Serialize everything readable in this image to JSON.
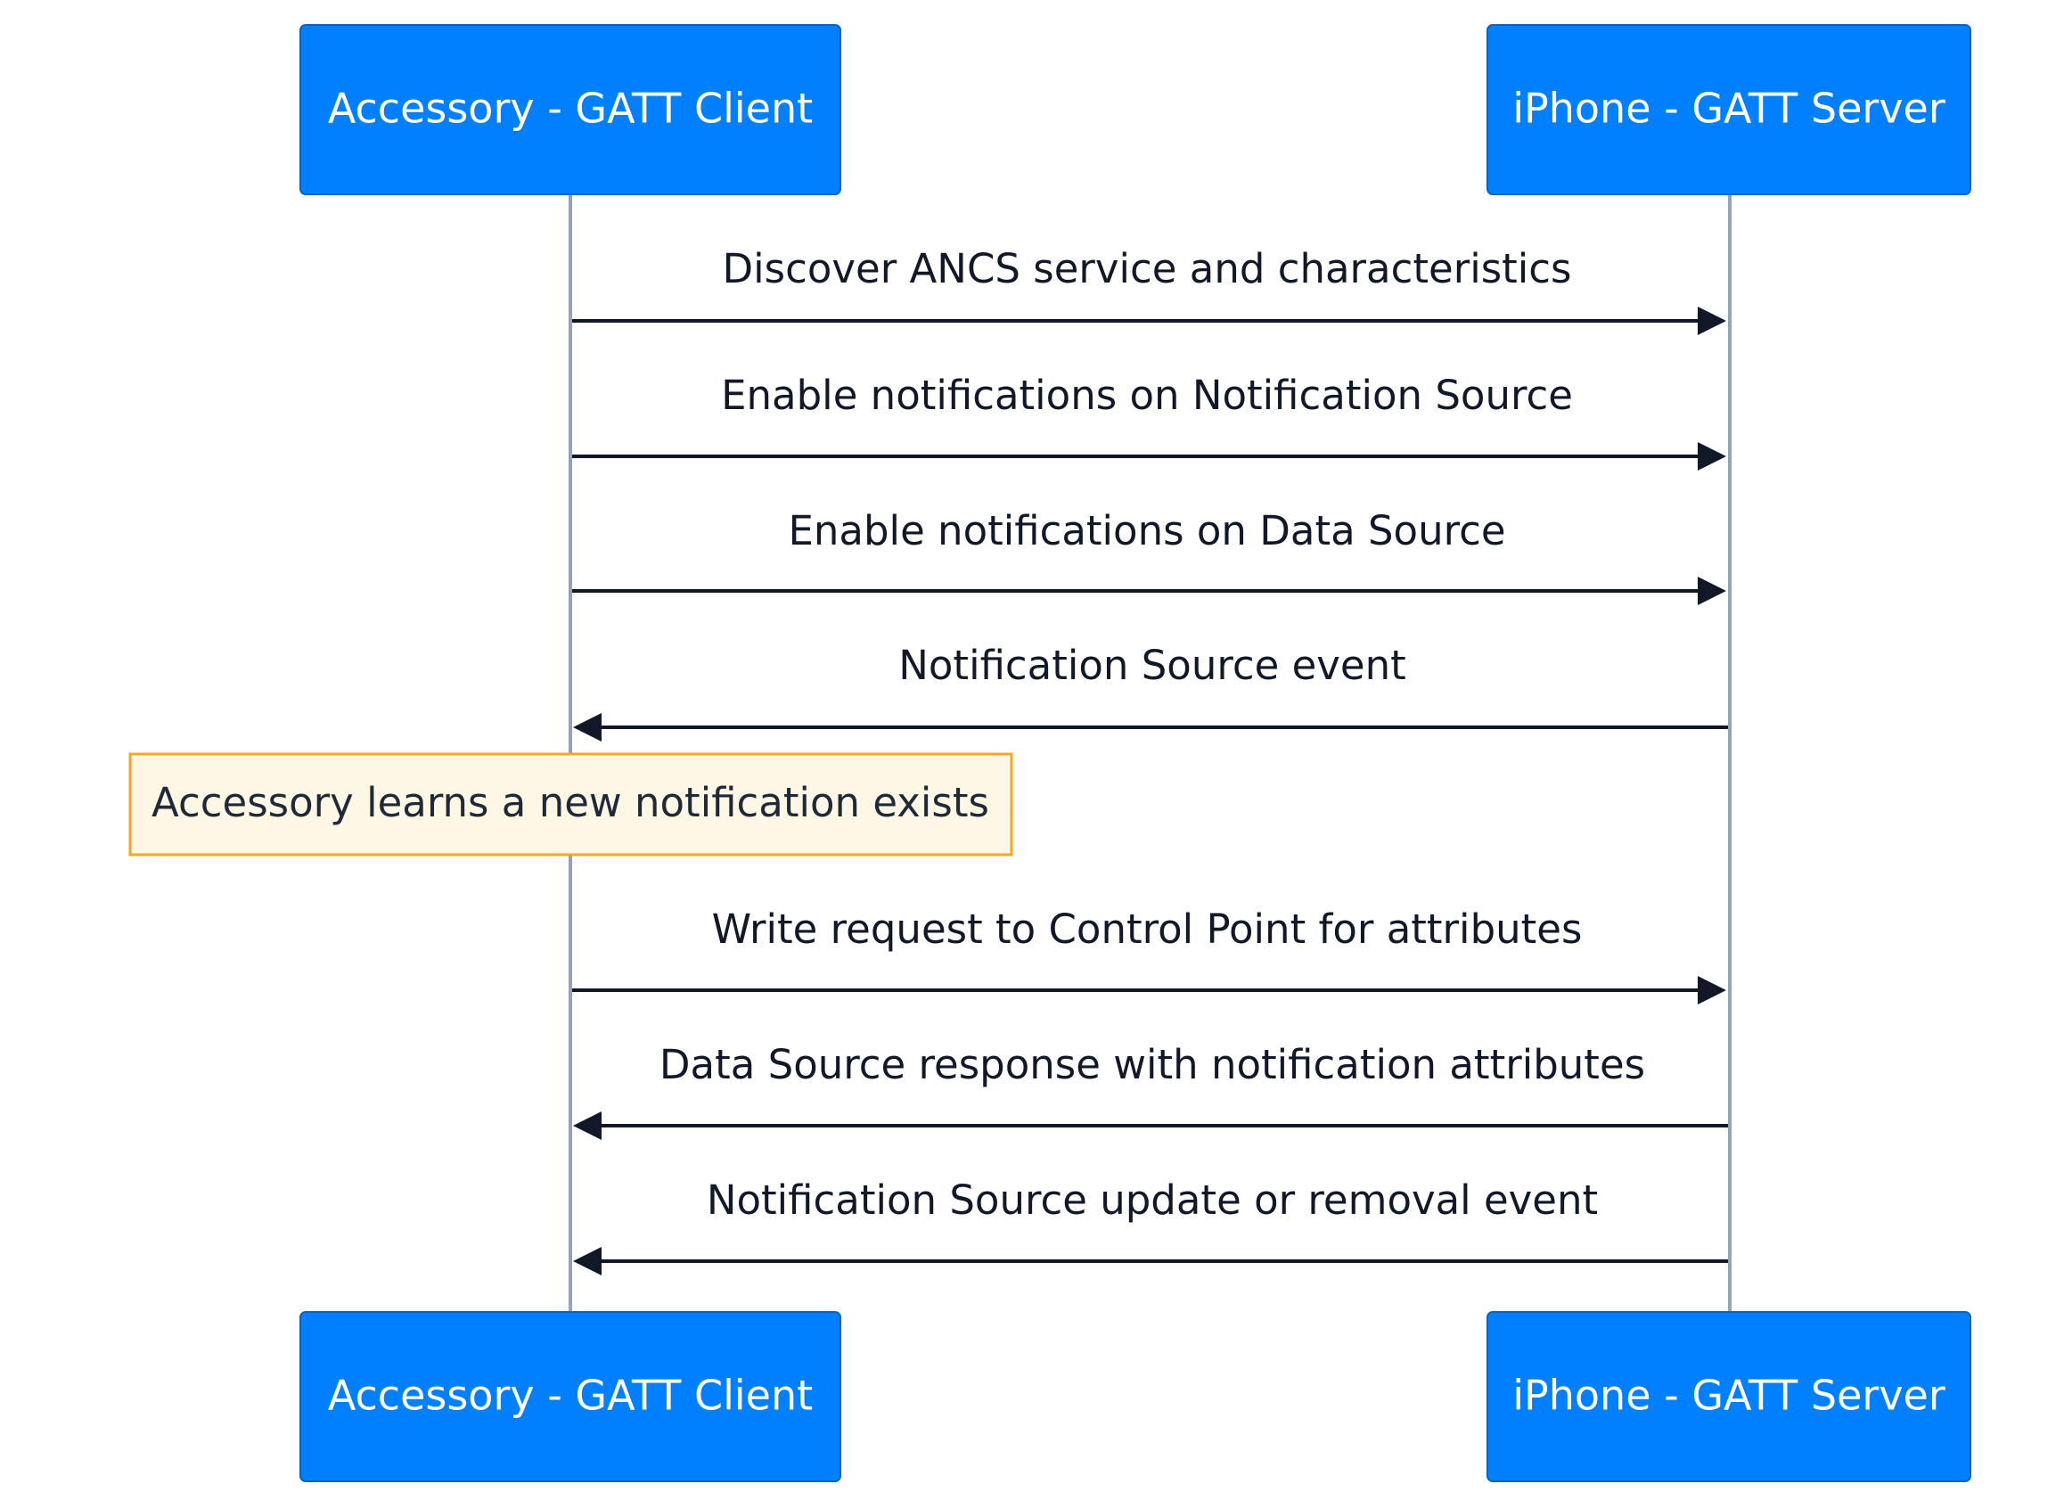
{
  "participants": [
    {
      "id": "client",
      "label": "Accessory - GATT Client"
    },
    {
      "id": "server",
      "label": "iPhone - GATT Server"
    }
  ],
  "messages": [
    {
      "from": "client",
      "to": "server",
      "label": "Discover ANCS service and characteristics"
    },
    {
      "from": "client",
      "to": "server",
      "label": "Enable notifications on Notification Source"
    },
    {
      "from": "client",
      "to": "server",
      "label": "Enable notifications on Data Source"
    },
    {
      "from": "server",
      "to": "client",
      "label": "Notification Source event"
    },
    {
      "note": true,
      "over": "client",
      "label": "Accessory learns a new notification exists"
    },
    {
      "from": "client",
      "to": "server",
      "label": "Write request to Control Point for attributes"
    },
    {
      "from": "server",
      "to": "client",
      "label": "Data Source response with notification attributes"
    },
    {
      "from": "server",
      "to": "client",
      "label": "Notification Source update or removal event"
    }
  ],
  "colors": {
    "actor_fill": "#0080ff",
    "actor_text": "#ffffff",
    "lifeline": "#94a3b8",
    "message_line": "#111827",
    "note_fill": "#fff7e6",
    "note_border": "#f5a623"
  }
}
